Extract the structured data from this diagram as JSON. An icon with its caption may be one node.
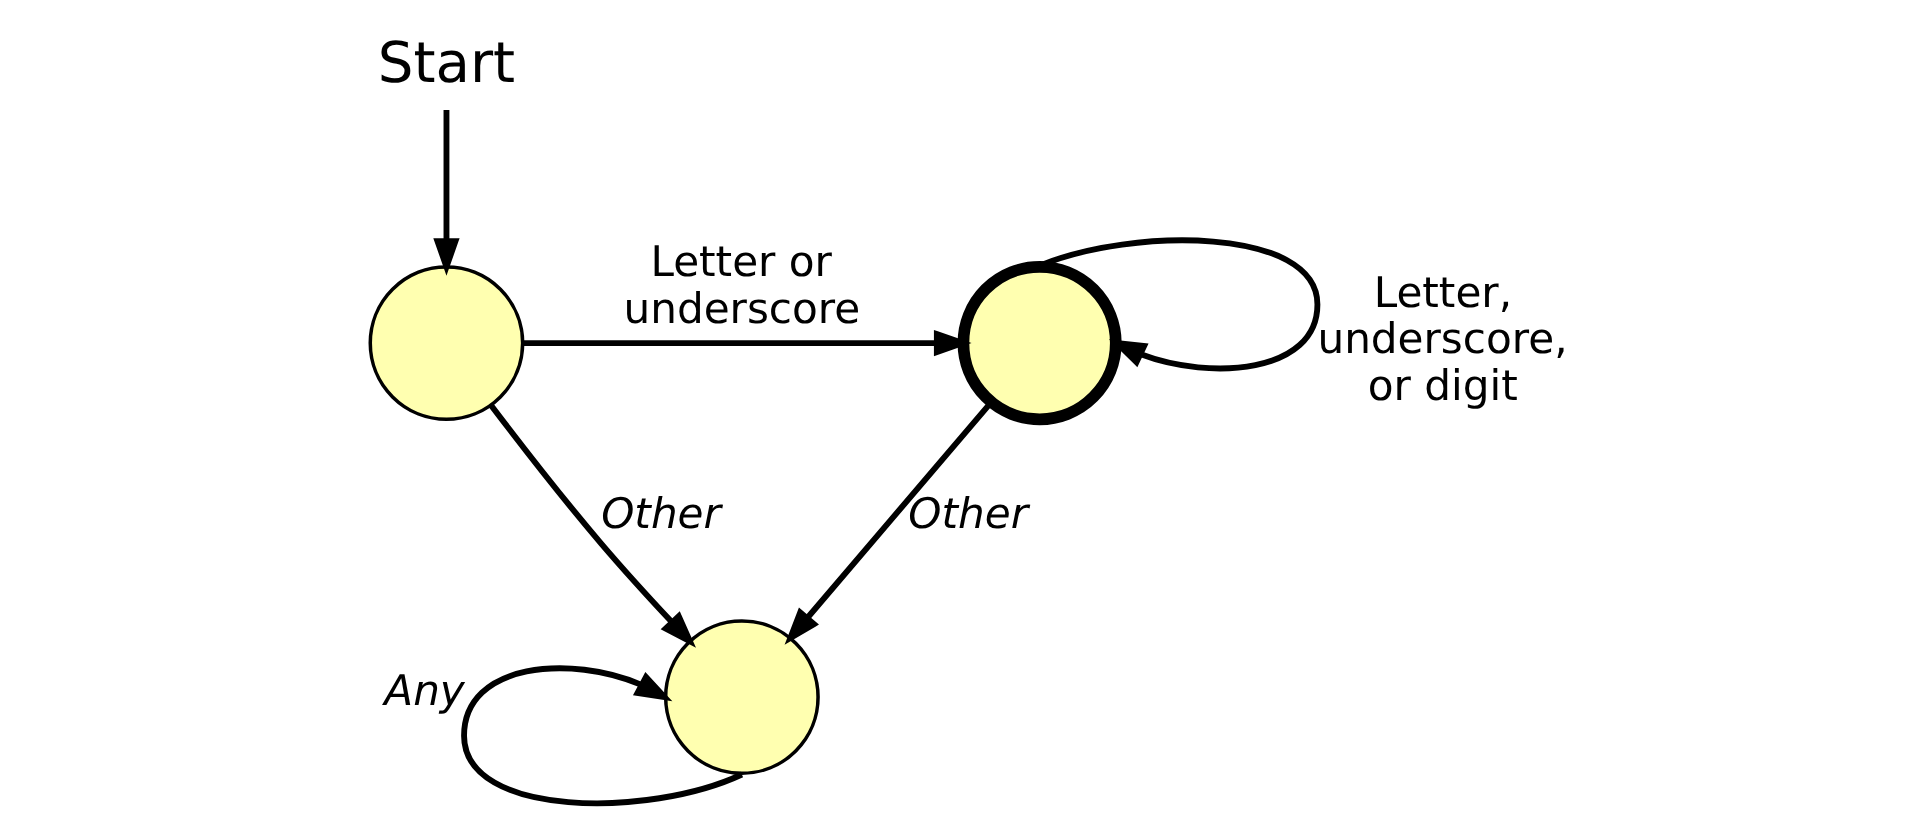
{
  "diagram": {
    "nodes": [
      {
        "text": [
          "Start"
        ]
      },
      {
        "text": [],
        "shape": "circle"
      },
      {
        "text": [],
        "shape": "circle"
      },
      {
        "text": [],
        "shape": "circle"
      }
    ],
    "edges": [
      {
        "from": 0,
        "to": 1,
        "arrow": "to"
      },
      {
        "from": 1,
        "to": 2,
        "arrow": "to",
        "label": "Letter or underscore"
      },
      {
        "from": 2,
        "to": 2,
        "arrow": "to",
        "label": "Letter, underscore, or digit"
      },
      {
        "from": 1,
        "to": 3,
        "arrow": "to",
        "label": "Other"
      },
      {
        "from": 2,
        "to": 3,
        "arrow": "to",
        "label": "Other"
      },
      {
        "from": 3,
        "to": 3,
        "arrow": "to",
        "label": "Any"
      }
    ]
  }
}
